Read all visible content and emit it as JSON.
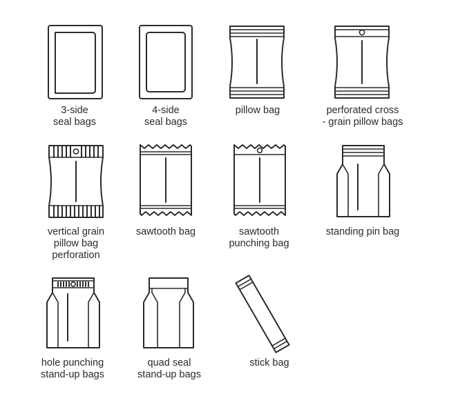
{
  "items": [
    {
      "icon": "three-side-seal-bag-icon",
      "lines": [
        "3-side",
        "seal bags"
      ]
    },
    {
      "icon": "four-side-seal-bag-icon",
      "lines": [
        "4-side",
        "seal bags"
      ]
    },
    {
      "icon": "pillow-bag-icon",
      "lines": [
        "pillow bag"
      ]
    },
    {
      "icon": "perforated-cross-grain-pillow-bag-icon",
      "lines": [
        "perforated cross",
        "- grain pillow bags"
      ]
    },
    {
      "icon": "vertical-grain-pillow-bag-icon",
      "lines": [
        "vertical grain",
        "pillow bag",
        "perforation"
      ]
    },
    {
      "icon": "sawtooth-bag-icon",
      "lines": [
        "sawtooth bag"
      ]
    },
    {
      "icon": "sawtooth-punching-bag-icon",
      "lines": [
        "sawtooth",
        "punching bag"
      ]
    },
    {
      "icon": "standing-pin-bag-icon",
      "lines": [
        "standing pin bag"
      ]
    },
    {
      "icon": "hole-punching-stand-up-bag-icon",
      "lines": [
        "hole punching",
        "stand-up bags"
      ]
    },
    {
      "icon": "quad-seal-stand-up-bag-icon",
      "lines": [
        "quad seal",
        "stand-up bags"
      ]
    },
    {
      "icon": "stick-bag-icon",
      "lines": [
        "stick bag"
      ]
    }
  ]
}
